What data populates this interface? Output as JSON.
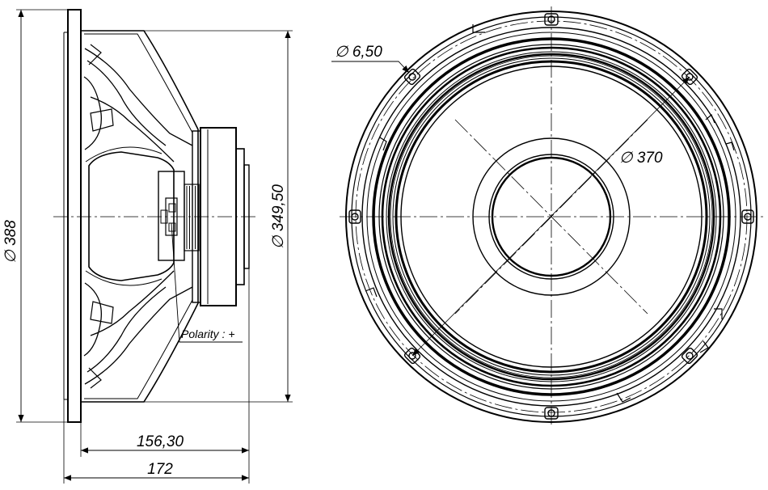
{
  "dimensions": {
    "overall_diameter": "∅ 388",
    "basket_diameter": "∅ 349,50",
    "depth_to_flange": "156,30",
    "total_depth": "172",
    "mounting_hole": "∅ 6,50",
    "bolt_circle": "∅ 370"
  },
  "notes": {
    "polarity": "Polarity : +"
  },
  "colors": {
    "line": "#000000",
    "background": "#ffffff"
  }
}
